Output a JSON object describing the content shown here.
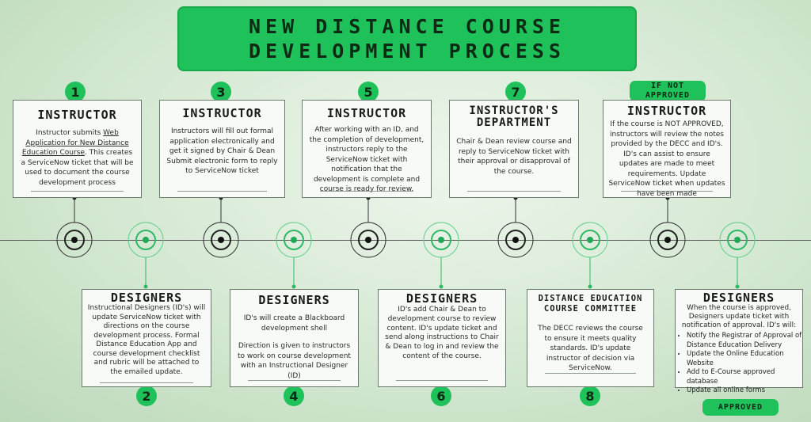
{
  "title": {
    "line1": "NEW DISTANCE COURSE",
    "line2": "DEVELOPMENT PROCESS"
  },
  "tags": {
    "if_not_approved": "IF NOT APPROVED",
    "approved": "APPROVED"
  },
  "steps": [
    {
      "num": "1",
      "head": "INSTRUCTOR",
      "pre": "Instructor submits ",
      "link": "Web Application for New Distance Education Course",
      "post": ". This creates a ServiceNow ticket that will be used to document the course development process"
    },
    {
      "num": "2",
      "head": "DESIGNERS",
      "body": "Instructional Designers (ID's) will update ServiceNow ticket with directions on the course development process. Formal Distance Education App and course development checklist and rubric will be attached to the emailed update."
    },
    {
      "num": "3",
      "head": "INSTRUCTOR",
      "body": "Instructors will fill out formal application electronically and get it signed by Chair & Dean Submit electronic form to reply to ServiceNow ticket"
    },
    {
      "num": "4",
      "head": "DESIGNERS",
      "body": "ID's will create a Blackboard development shell",
      "body2": "Direction is given to instructors to work on course development with an Instructional Designer (ID)"
    },
    {
      "num": "5",
      "head": "INSTRUCTOR",
      "body": "After working with an ID, and the completion of development, instructors reply to the ServiceNow ticket with notification that the development is complete and course is ready for review."
    },
    {
      "num": "6",
      "head": "DESIGNERS",
      "body": "ID's add Chair & Dean to development course to review content. ID's update ticket and send along instructions to Chair & Dean to log in and review the content of the course."
    },
    {
      "num": "7",
      "head1": "INSTRUCTOR'S",
      "head2": "DEPARTMENT",
      "body": "Chair & Dean review course and reply to ServiceNow ticket with their approval or disapproval of the course."
    },
    {
      "num": "8",
      "head1": "DISTANCE EDUCATION",
      "head2": "COURSE COMMITTEE",
      "body": "The DECC reviews the course to ensure it meets quality standards. ID's update instructor of decision via ServiceNow."
    },
    {
      "head": "INSTRUCTOR",
      "body": "If the course is NOT APPROVED, instructors will review the notes provided by the DECC and ID's. ID's can assist to ensure updates are made to meet requirements. Update ServiceNow ticket when updates have been made"
    },
    {
      "head": "DESIGNERS",
      "body": "When the course is approved, Designers update ticket with notification of approval. ID's will:",
      "bullets": [
        "Notify the Registrar of Approval of Distance Education Delivery",
        "Update the Online Education Website",
        "Add to E-Course approved database",
        "Update all online forms"
      ]
    }
  ]
}
